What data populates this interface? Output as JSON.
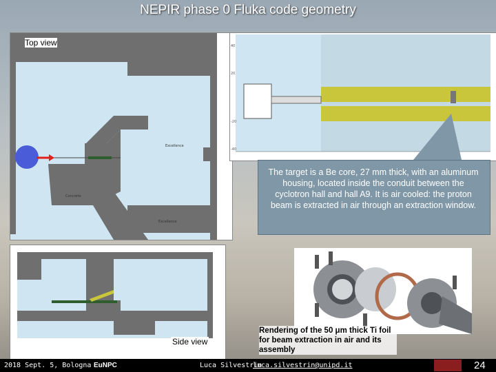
{
  "slide": {
    "title": "NEPIR phase 0  Fluka code geometry",
    "page_number": "24"
  },
  "top_view": {
    "label": "Top view",
    "region_labels": [
      "Excellence",
      "Concrete",
      "Excellence"
    ]
  },
  "callout": {
    "text": "The target is a Be core, 27 mm thick, with an aluminum housing, located inside the conduit between the cyclotron hall and hall A9. It is air cooled: the proton beam is extracted in air through an extraction window."
  },
  "side_view": {
    "label": "Side view"
  },
  "rendering": {
    "caption": "Rendering of the 50 μm thick Ti foil for beam extraction in air and its assembly"
  },
  "footer": {
    "date_place": "2018 Sept. 5, Bologna",
    "event": "EuNPC",
    "author": "Luca Silvestrin",
    "email": "luca.silvestrin@unipd.it"
  },
  "colors": {
    "concrete": "#6f6f6f",
    "air": "#cfe6f2",
    "target": "#4a5cd8",
    "beam": "#e0201a",
    "callout_bg": "#7f97a6",
    "yellow_band": "#c9c63c"
  }
}
